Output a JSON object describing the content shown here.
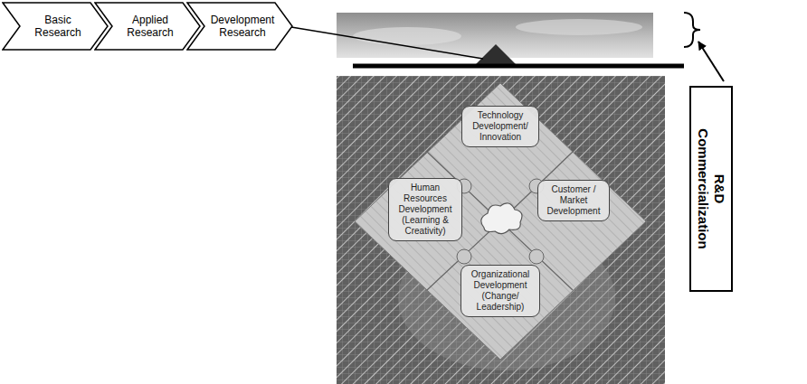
{
  "diagram": {
    "nodes": [
      {
        "text": [
          "Basic Research"
        ]
      },
      {
        "text": [
          "Applied Research"
        ]
      },
      {
        "text": [
          "Development Research"
        ]
      },
      {
        "text": [
          "Technology Development/ Innovation"
        ]
      },
      {
        "text": [
          "Human Resources Development (Learning & Creativity)"
        ]
      },
      {
        "text": [
          "Customer / Market Development"
        ]
      },
      {
        "text": [
          "Organizational Development (Change/ Leadership)"
        ]
      },
      {
        "text": [
          "R&D Commercialization"
        ]
      }
    ]
  }
}
